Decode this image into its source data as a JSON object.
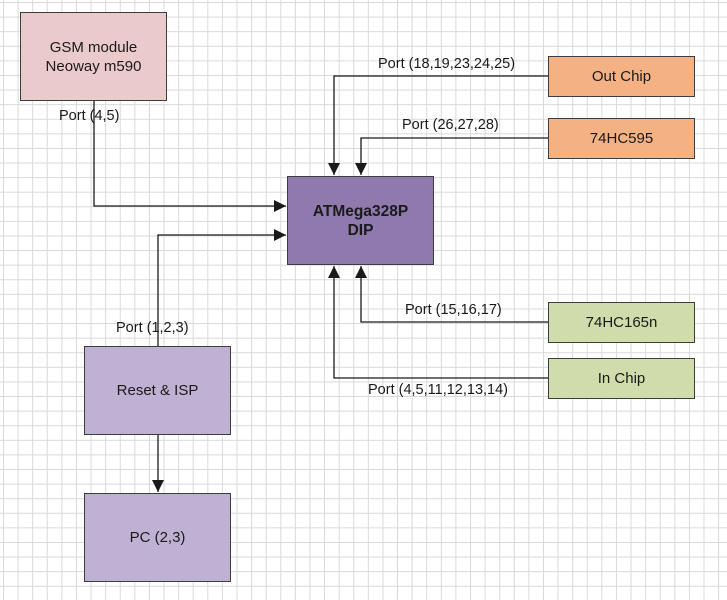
{
  "diagram": {
    "type": "block-diagram",
    "nodes": [
      {
        "id": "gsm",
        "label": "GSM module\nNeoway m590",
        "color": "#eacaca"
      },
      {
        "id": "mcu",
        "label": "ATMega328P\nDIP",
        "color": "#8f79ad"
      },
      {
        "id": "out_chip",
        "label": "Out Chip",
        "color": "#f4b183"
      },
      {
        "id": "hc595",
        "label": "74HC595",
        "color": "#f4b183"
      },
      {
        "id": "hc165",
        "label": "74HC165n",
        "color": "#d0dcab"
      },
      {
        "id": "in_chip",
        "label": "In Chip",
        "color": "#d0dcab"
      },
      {
        "id": "reset_isp",
        "label": "Reset & ISP",
        "color": "#bfb1d3"
      },
      {
        "id": "pc",
        "label": "PC (2,3)",
        "color": "#bfb1d3"
      }
    ],
    "edges": [
      {
        "from": "gsm",
        "to": "mcu",
        "label": "Port (4,5)"
      },
      {
        "from": "out_chip",
        "to": "mcu",
        "label": "Port (18,19,23,24,25)"
      },
      {
        "from": "hc595",
        "to": "mcu",
        "label": "Port (26,27,28)"
      },
      {
        "from": "hc165",
        "to": "mcu",
        "label": "Port (15,16,17)"
      },
      {
        "from": "in_chip",
        "to": "mcu",
        "label": "Port (4,5,11,12,13,14)"
      },
      {
        "from": "reset_isp",
        "to": "mcu",
        "label": "Port (1,2,3)"
      },
      {
        "from": "reset_isp",
        "to": "pc",
        "label": ""
      }
    ]
  },
  "colors": {
    "line": "#1a1a1a",
    "border": "#3d3d3d",
    "grid": "#d9d9d9"
  }
}
